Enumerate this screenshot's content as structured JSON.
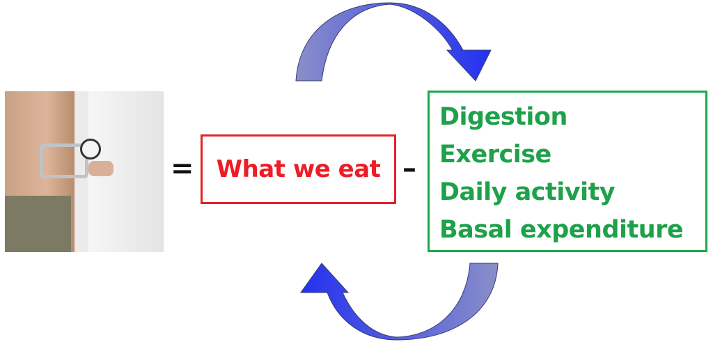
{
  "equation": {
    "equals_sign": "=",
    "minus_sign": "–",
    "intake_label": "What we eat",
    "expenditure_items": [
      "Digestion",
      "Exercise",
      "Daily activity",
      "Basal expenditure"
    ]
  },
  "colors": {
    "intake": "#ee1c25",
    "expenditure": "#1ea14a",
    "arrow": "#3c45e8"
  }
}
